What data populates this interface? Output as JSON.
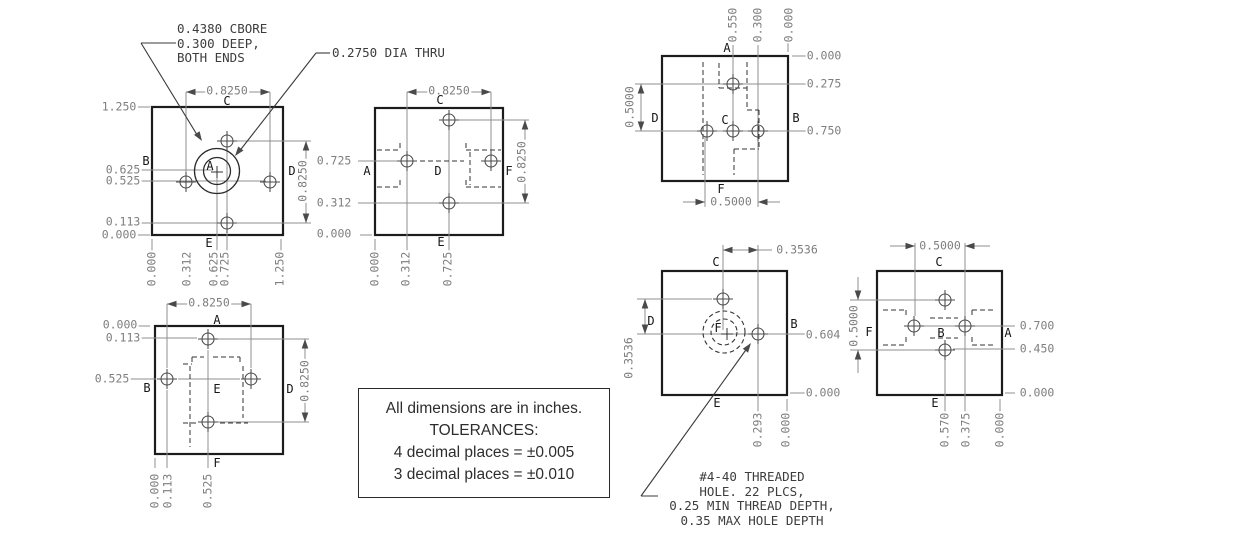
{
  "drawing": {
    "type": "multi-view dimensioned part drawing",
    "line_color": "#1c1c1c",
    "dim_color": "#7e7e7e",
    "background": "#ffffff"
  },
  "notes": {
    "cbore": {
      "line1": "0.4380 CBORE",
      "line2": "0.300 DEEP,",
      "line3": "BOTH ENDS"
    },
    "dia_thru": "0.2750 DIA THRU",
    "thread": {
      "line1": "#4-40 THREADED",
      "line2": "HOLE. 22 PLCS,",
      "line3": "0.25 MIN THREAD DEPTH,",
      "line4": "0.35 MAX HOLE DEPTH"
    }
  },
  "tolerances": {
    "line1": "All dimensions are in inches.",
    "line2": "TOLERANCES:",
    "line3": "4 decimal places = ±0.005",
    "line4": "3 decimal places = ±0.010"
  },
  "views": {
    "top_left": {
      "letters": {
        "a": "A",
        "b": "B",
        "c": "C",
        "d": "D",
        "e": "E"
      },
      "dim_top": "0.8250",
      "dim_right": "0.8250",
      "left": [
        "1.250",
        "0.625",
        "0.525",
        "0.113",
        "0.000"
      ],
      "bottom": [
        "0.000",
        "0.312",
        "0.625",
        "0.725",
        "1.250"
      ]
    },
    "top_middle": {
      "letters": {
        "a": "A",
        "c": "C",
        "d": "D",
        "e": "E",
        "f": "F"
      },
      "dim_top": "0.8250",
      "dim_right": "0.8250",
      "left": [
        "0.725",
        "0.312",
        "0.000"
      ],
      "bottom": [
        "0.000",
        "0.312",
        "0.725"
      ]
    },
    "top_right": {
      "letters": {
        "a": "A",
        "b": "B",
        "c": "C",
        "d": "D",
        "f": "F"
      },
      "dim_left": "0.5000",
      "dim_bottom": "0.5000",
      "top": [
        "0.550",
        "0.300",
        "0.000"
      ],
      "right": [
        "0.000",
        "0.275",
        "0.750"
      ]
    },
    "bottom_left": {
      "letters": {
        "a": "A",
        "b": "B",
        "d": "D",
        "e": "E",
        "f": "F"
      },
      "dim_top": "0.8250",
      "dim_right": "0.8250",
      "left": [
        "0.000",
        "0.113",
        "0.525"
      ],
      "bottom": [
        "0.000",
        "0.113",
        "0.525"
      ]
    },
    "bottom_middle": {
      "letters": {
        "b": "B",
        "c": "C",
        "d": "D",
        "e": "E",
        "f": "F"
      },
      "dim_top": "0.3536",
      "dim_left": "0.3536",
      "right": [
        "0.604",
        "0.000"
      ],
      "bottom": [
        "0.293",
        "0.000"
      ]
    },
    "bottom_right": {
      "letters": {
        "a": "A",
        "b": "B",
        "c": "C",
        "e": "E",
        "f": "F"
      },
      "dim_top": "0.5000",
      "dim_left": "0.5000",
      "right": [
        "0.700",
        "0.450",
        "0.000"
      ],
      "bottom": [
        "0.570",
        "0.375",
        "0.000"
      ]
    }
  }
}
